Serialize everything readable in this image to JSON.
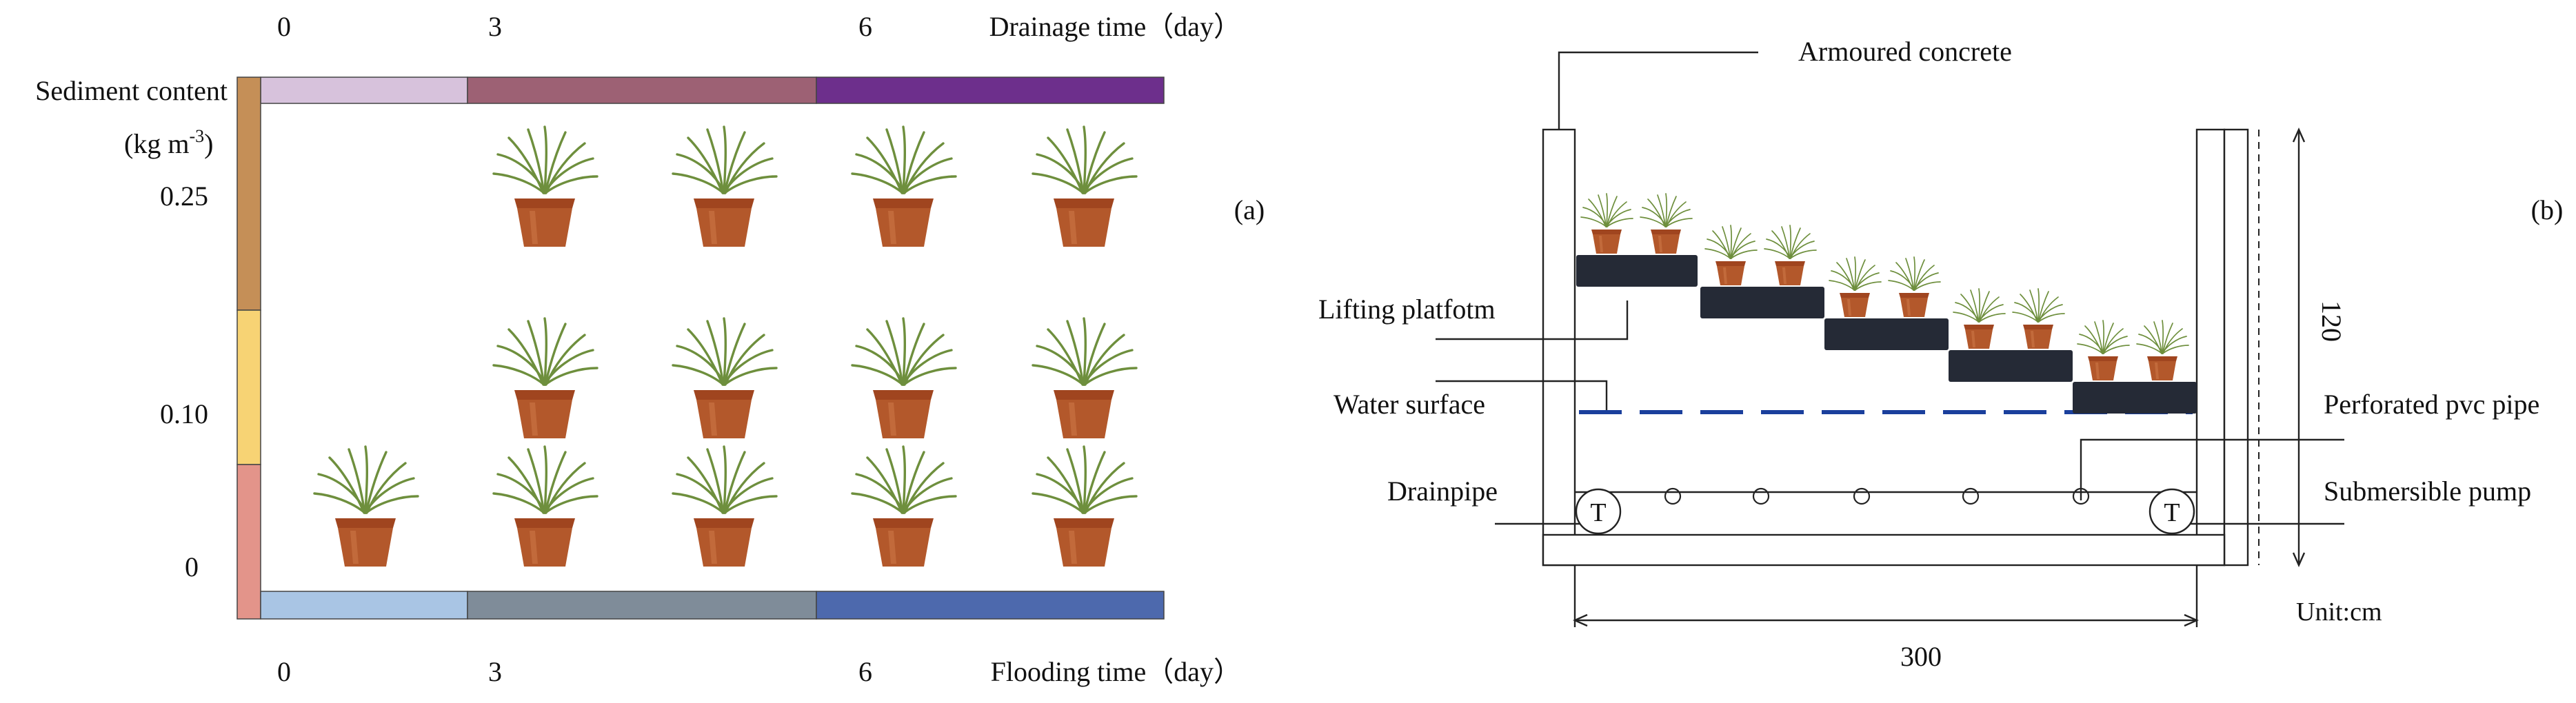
{
  "panel_a": {
    "tag": "(a)",
    "top_ticks": [
      "0",
      "3",
      "6"
    ],
    "top_axis_label": "Drainage time（day）",
    "bottom_ticks": [
      "0",
      "3",
      "6"
    ],
    "bottom_axis_label": "Flooding time（day）",
    "y_title": "Sediment content",
    "y_unit_main": "(kg m",
    "y_unit_sup": "-3",
    "y_unit_close": ")",
    "y_ticks": [
      "0.25",
      "0.10",
      "0"
    ],
    "colors": {
      "drainage": [
        "#d7c2dc",
        "#9d6174",
        "#6d2f8c"
      ],
      "flooding": [
        "#a9c5e4",
        "#7f8c99",
        "#4d69ad"
      ],
      "sediment": [
        "#c58f57",
        "#f7d374",
        "#e3948a"
      ]
    },
    "plants_per_row": [
      4,
      4,
      5
    ],
    "plant_icon": "potted-plant-icon"
  },
  "panel_b": {
    "tag": "(b)",
    "labels": {
      "armoured_concrete": "Armoured concrete",
      "lifting_platform": "Lifting platfotm",
      "water_surface": "Water surface",
      "perforated_pipe": "Perforated pvc pipe",
      "drainpipe": "Drainpipe",
      "submersible_pump": "Submersible pump",
      "pump_symbol": "T",
      "unit": "Unit:cm"
    },
    "dimension_height": "120",
    "dimension_width": "300",
    "platform_steps": 5,
    "plants_per_step": 2,
    "colors": {
      "platform": "#252a36",
      "water": "#1a3f9c"
    }
  }
}
